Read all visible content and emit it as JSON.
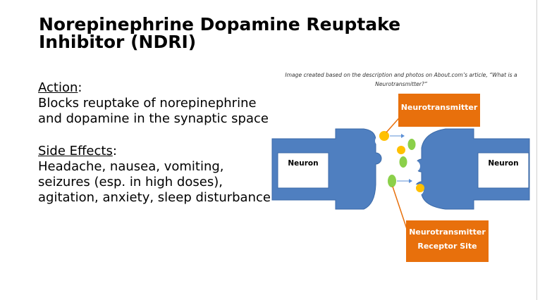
{
  "title": {
    "line1": "Norepinephrine Dopamine Reuptake",
    "line2": "Inhibitor (NDRI)"
  },
  "action": {
    "heading": "Action",
    "colon": ":",
    "lines": [
      "Blocks reuptake of norepinephrine",
      "and dopamine in the synaptic space"
    ]
  },
  "side_effects": {
    "heading": "Side Effects",
    "colon": ":",
    "lines": [
      "Headache, nausea, vomiting,",
      "seizures (esp. in high doses),",
      "agitation, anxiety, sleep disturbance"
    ]
  },
  "diagram": {
    "caption": {
      "line1": "Image created based on the description and photos on About.com’s article, “What is a",
      "line2": "Neurotransmitter?”"
    },
    "neuron_left_label": "Neuron",
    "neuron_right_label": "Neuron",
    "neurotransmitter_label": "Neurotransmitter",
    "receptor_label": {
      "line1": "Neurotransmitter",
      "line2": "Receptor Site"
    },
    "colors": {
      "neuron_fill": "#4f7fc0",
      "neuron_stroke": "#3b6aa8",
      "label_box": "#e8700c",
      "yellow_molecule": "#ffc000",
      "green_molecule": "#8bd04a",
      "arrow": "#5b8fd6"
    }
  }
}
